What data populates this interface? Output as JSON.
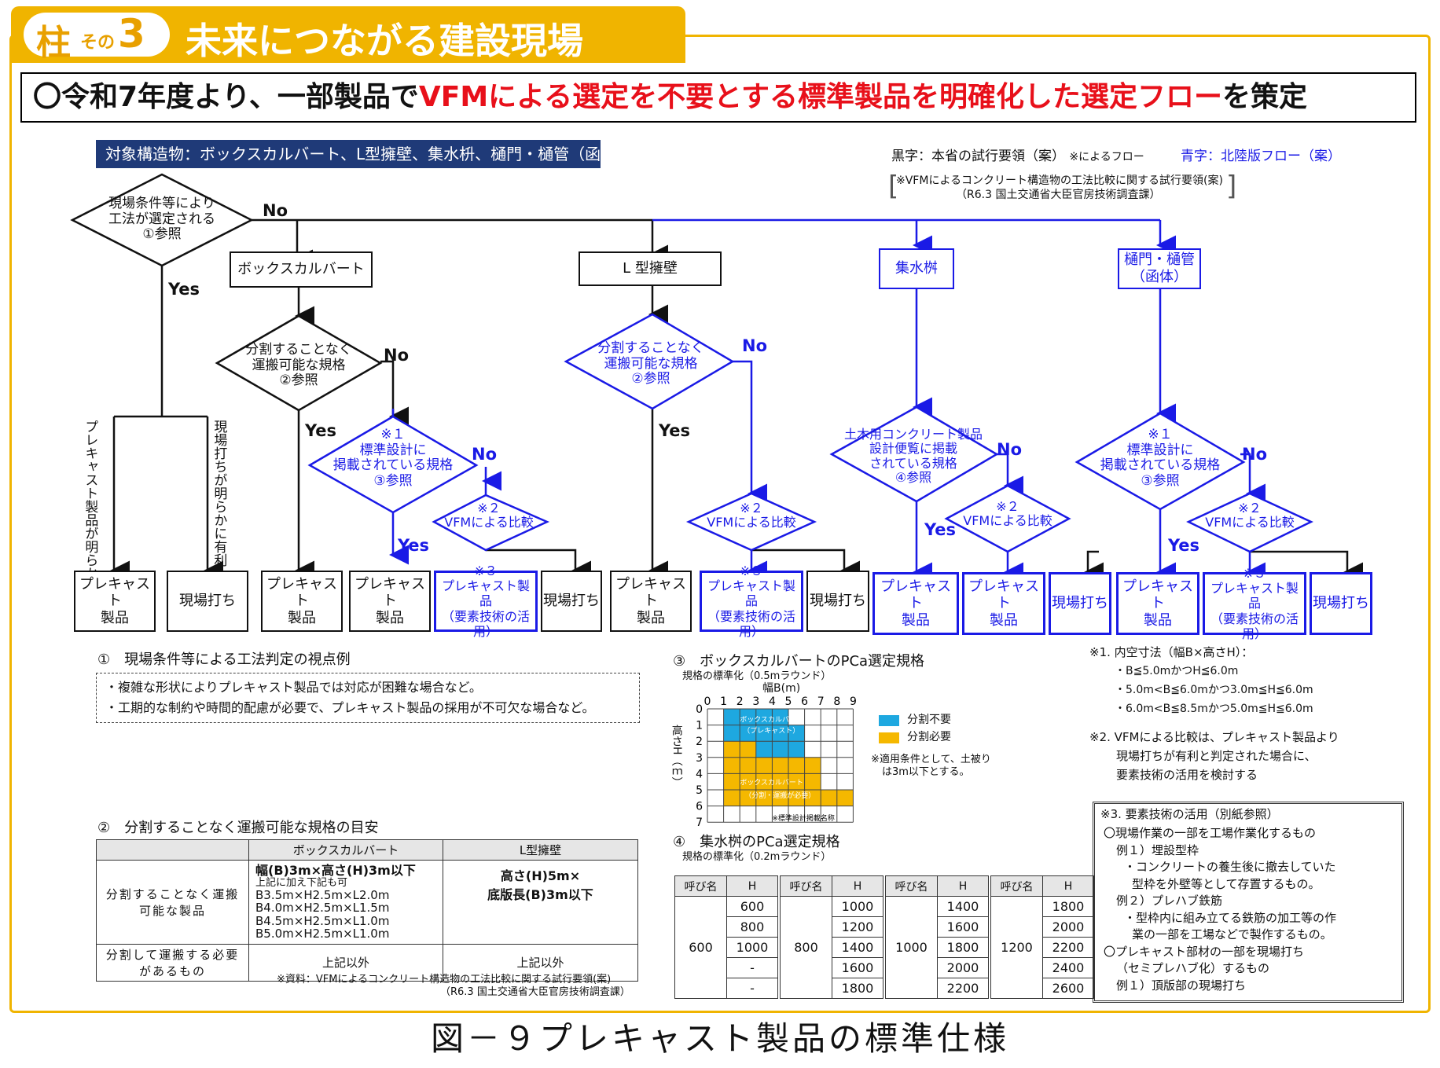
{
  "header": {
    "pillar_kanji": "柱",
    "pillar_sono": "その",
    "pillar_num": "3",
    "title": "未来につながる建設現場"
  },
  "headline": {
    "prefix": "〇令和7年度より、一部製品で",
    "highlight": "VFMによる選定を不要とする標準製品を明確化した選定フロー",
    "suffix": "を策定"
  },
  "target_structures": "対象構造物：ボックスカルバート、L型擁壁、集水枡、樋門・樋管（函体）",
  "legend": {
    "black": "黒字：本省の試行要領（案）",
    "black_note": "※によるフロー",
    "blue": "青字：北陸版フロー（案）",
    "ref_line1": "※VFMによるコンクリート構造物の工法比較に関する試行要領(案)",
    "ref_line2": "（R6.3 国土交通省大臣官房技術調査課）"
  },
  "colors": {
    "gold": "#F0B400",
    "navy": "#1F3A78",
    "red": "#E8101A",
    "blue": "#1A1AE6",
    "cyan": "#1EA8E0",
    "orange": "#F5B800"
  },
  "flow": {
    "d_start": [
      "現場条件等により",
      "工法が選定される",
      "①参照"
    ],
    "no": "No",
    "yes": "Yes",
    "box_culvert": "ボックスカルバート",
    "l_wall": "L 型擁壁",
    "catch_basin": "集水桝",
    "sluice": [
      "樋門・樋管",
      "（函体）"
    ],
    "d_transport": [
      "分割することなく",
      "運搬可能な規格",
      "②参照"
    ],
    "d_standard": [
      "※１",
      "標準設計に",
      "掲載されている規格",
      "③参照"
    ],
    "d_standard_right": [
      "※１",
      "標準設計に",
      "掲載されている規格",
      "③参照"
    ],
    "d_vfm": [
      "※２",
      "VFMによる比較"
    ],
    "d_civil": [
      "土木用コンクリート製品",
      "設計便覧に掲載",
      "されている規格",
      "④参照"
    ],
    "vertical_precast": "プレキャスト製品が明らかに有利",
    "vertical_onsite": "現場打ちが明らかに有利",
    "res_precast": [
      "プレキャスト",
      "製品"
    ],
    "res_onsite": "現場打ち",
    "res_tech": [
      "※３",
      "プレキャスト製品",
      "（要素技術の活用）"
    ]
  },
  "sec1": {
    "title": "①　現場条件等による工法判定の視点例",
    "items": [
      "・複雑な形状によりプレキャスト製品では対応が困難な場合など。",
      "・工期的な制約や時間的配慮が必要で、プレキャスト製品の採用が不可欠な場合など。"
    ]
  },
  "sec2": {
    "title": "②　分割することなく運搬可能な規格の目安",
    "col_box": "ボックスカルバート",
    "col_l": "L型擁壁",
    "row1": "分割することなく運搬可能な製品",
    "box_main": "幅(B)3m×高さ(H)3m以下",
    "box_sub": "上記に加え下記も可",
    "box_items": [
      "B3.5m×H2.5m×L2.0m",
      "B4.0m×H2.5m×L1.5m",
      "B4.5m×H2.5m×L1.0m",
      "B5.0m×H2.5m×L1.0m"
    ],
    "l_main1": "高さ(H)5m×",
    "l_main2": "底版長(B)3m以下",
    "row2": "分割して運搬する必要があるもの",
    "row2_box": "上記以外",
    "row2_l": "上記以外",
    "note1": "※資料：VFMによるコンクリート構造物の工法比較に関する試行要領(案)",
    "note2": "（R6.3 国土交通省大臣官房技術調査課）"
  },
  "sec3": {
    "title": "③　ボックスカルバートのPCa選定規格",
    "sub": "規格の標準化（0.5mラウンド）",
    "xaxis": "幅B(m)",
    "yaxis": "高さH（ｍ）",
    "xticks": [
      "0",
      "1",
      "2",
      "3",
      "4",
      "5",
      "6",
      "7",
      "8",
      "9"
    ],
    "yticks": [
      "0",
      "1",
      "2",
      "3",
      "4",
      "5",
      "6",
      "7"
    ],
    "legend_cyan": "分割不要",
    "legend_orange": "分割必要",
    "label_cyan1": "ボックスカルバート",
    "label_cyan2": "（プレキャスト）",
    "label_orange": "ボックスカルバート",
    "label_orange2": "（分割・運搬が必要）",
    "note1": "※適用条件として、土被り",
    "note2": "は3m以下とする。",
    "footnote": "※標準設計掲載名称",
    "cyan_cells": [
      [
        1,
        0
      ],
      [
        2,
        0
      ],
      [
        3,
        0
      ],
      [
        4,
        0
      ],
      [
        1,
        1
      ],
      [
        2,
        1
      ],
      [
        3,
        1
      ],
      [
        4,
        1
      ],
      [
        5,
        1
      ],
      [
        3,
        2
      ],
      [
        4,
        2
      ],
      [
        5,
        2
      ]
    ],
    "orange_cells": [
      [
        1,
        2
      ],
      [
        2,
        2
      ],
      [
        1,
        3
      ],
      [
        2,
        3
      ],
      [
        3,
        3
      ],
      [
        4,
        3
      ],
      [
        5,
        3
      ],
      [
        6,
        3
      ],
      [
        1,
        4
      ],
      [
        2,
        4
      ],
      [
        3,
        4
      ],
      [
        4,
        4
      ],
      [
        5,
        4
      ],
      [
        6,
        4
      ],
      [
        1,
        5
      ],
      [
        2,
        5
      ],
      [
        3,
        5
      ],
      [
        4,
        5
      ],
      [
        5,
        5
      ],
      [
        6,
        5
      ],
      [
        7,
        5
      ],
      [
        8,
        5
      ]
    ]
  },
  "sec4": {
    "title": "④　集水桝のPCa選定規格",
    "sub": "規格の標準化（0.2mラウンド）",
    "col_name": "呼び名",
    "col_h": "H",
    "groups": [
      {
        "name": "600",
        "h": [
          "600",
          "800",
          "1000",
          "-",
          "-"
        ]
      },
      {
        "name": "800",
        "h": [
          "1000",
          "1200",
          "1400",
          "1600",
          "1800"
        ]
      },
      {
        "name": "1000",
        "h": [
          "1400",
          "1600",
          "1800",
          "2000",
          "2200"
        ]
      },
      {
        "name": "1200",
        "h": [
          "1800",
          "2000",
          "2200",
          "2400",
          "2600"
        ]
      }
    ]
  },
  "notes": {
    "n1_title": "※1. 内空寸法（幅B×高さH）：",
    "n1_items": [
      "・B≦5.0mかつH≦6.0m",
      "・5.0m<B≦6.0mかつ3.0m≦H≦6.0m",
      "・6.0m<B≦8.5mかつ5.0m≦H≦6.0m"
    ],
    "n2": [
      "※2. VFMによる比較は、プレキャスト製品より",
      "現場打ちが有利と判定された場合に、",
      "要素技術の活用を検討する"
    ],
    "n3_title": "※3. 要素技術の活用（別紙参照）",
    "n3_items": [
      "〇現場作業の一部を工場作業化するもの",
      "例１）埋設型枠",
      "・コンクリートの養生後に撤去していた",
      "型枠を外壁等として存置するもの。",
      "例２）プレハブ鉄筋",
      "・型枠内に組み立てる鉄筋の加工等の作",
      "業の一部を工場などで製作するもの。",
      "〇プレキャスト部材の一部を現場打ち",
      "（セミプレハブ化）するもの",
      "例１）頂版部の現場打ち"
    ]
  },
  "caption": "図－９プレキャスト製品の標準仕様"
}
